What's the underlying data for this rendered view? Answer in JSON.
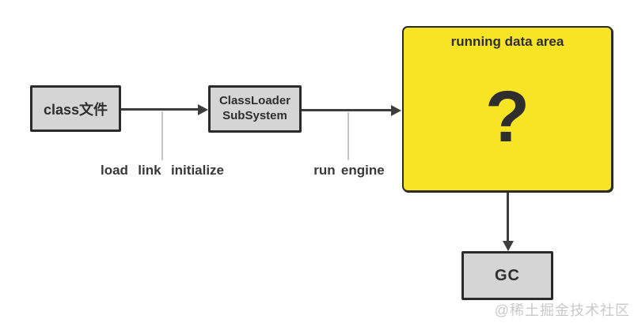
{
  "diagram": {
    "nodes": {
      "class_file": {
        "label": "class文件"
      },
      "classloader": {
        "line1": "ClassLoader",
        "line2": "SubSystem"
      },
      "running_data_area": {
        "title": "running data area",
        "placeholder": "?"
      },
      "gc": {
        "label": "GC"
      }
    },
    "labels": {
      "load_phase": "load link initialize",
      "run_engine": "run engine"
    },
    "colors": {
      "box_fill": "#d5d5d5",
      "box_border": "#2b2b2b",
      "highlight_fill": "#f7e525",
      "arrow": "#3d3d3d",
      "callout_line": "#c4c4c4",
      "label_text": "#383838",
      "node_text": "#2e2e2e",
      "watermark_text": "#c9c9c9",
      "bg": "#ffffff"
    }
  },
  "page": {
    "watermark": "@稀土掘金技术社区"
  }
}
